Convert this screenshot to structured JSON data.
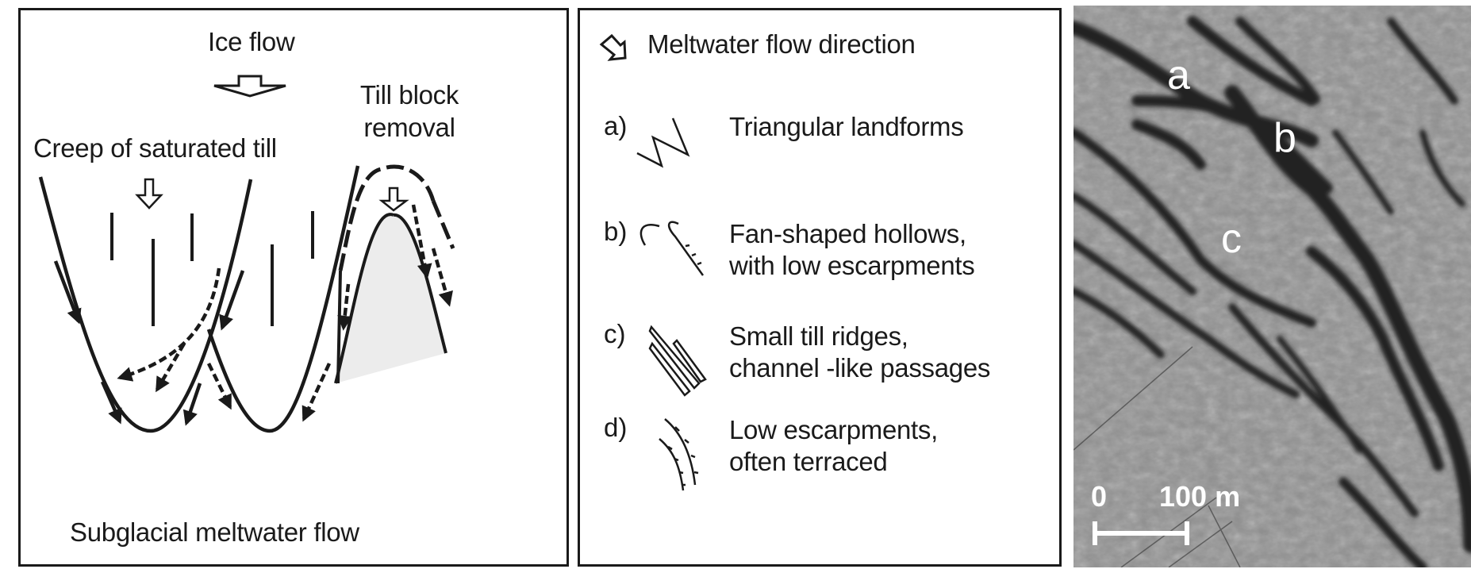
{
  "panel_process": {
    "title_ice_flow": "Ice flow",
    "label_creep": "Creep of saturated till",
    "label_till_block_line1": "Till block",
    "label_till_block_line2": "removal",
    "label_bottom": "Subglacial meltwater flow"
  },
  "panel_legend": {
    "header": {
      "icon": "meltwater-flow-arrow-icon",
      "label": "Meltwater flow direction"
    },
    "items": [
      {
        "letter": "a)",
        "icon": "triangular-landform-symbol",
        "lines": [
          "Triangular landforms"
        ]
      },
      {
        "letter": "b)",
        "icon": "fan-shaped-hollow-symbol",
        "lines": [
          "Fan-shaped hollows,",
          "with low escarpments"
        ]
      },
      {
        "letter": "c)",
        "icon": "till-ridge-symbol",
        "lines": [
          "Small till ridges,",
          "channel -like passages"
        ]
      },
      {
        "letter": "d)",
        "icon": "escarpment-symbol",
        "lines": [
          "Low escarpments,",
          "often terraced"
        ]
      }
    ]
  },
  "panel_map": {
    "labels": [
      "a",
      "b",
      "c"
    ],
    "scale_start": "0",
    "scale_end": "100 m"
  }
}
